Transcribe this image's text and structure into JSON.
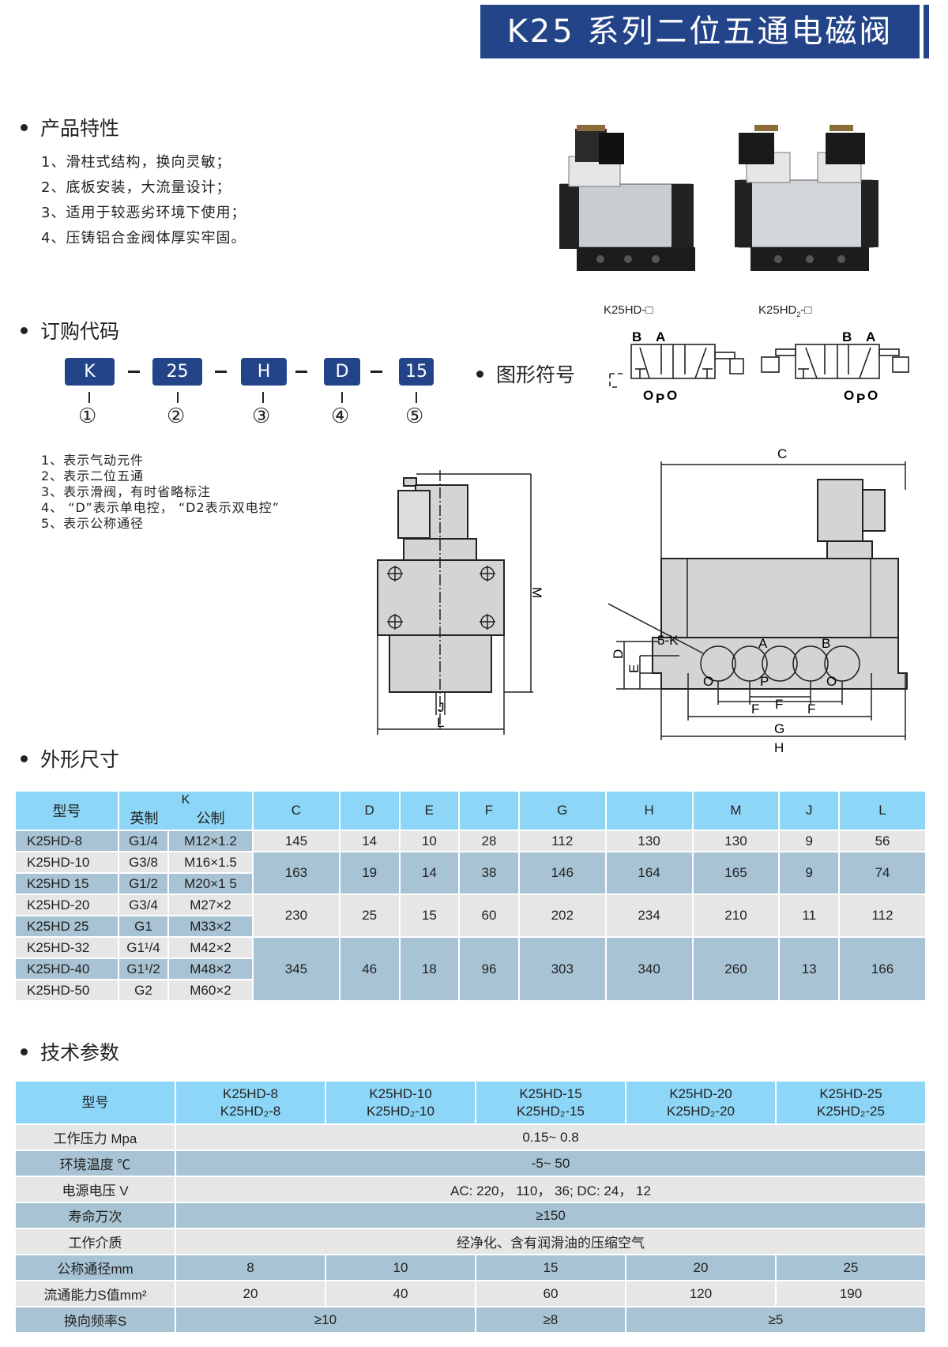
{
  "title": "K25 系列二位五通电磁阀",
  "features": {
    "heading": "产品特性",
    "items": [
      "1、滑柱式结构，换向灵敏；",
      "2、底板安装，大流量设计；",
      "3、适用于较恶劣环境下使用；",
      "4、压铸铝合金阀体厚实牢固。"
    ]
  },
  "ordering": {
    "heading": "订购代码",
    "codes": [
      "K",
      "25",
      "H",
      "D",
      "15"
    ],
    "markers": [
      "①",
      "②",
      "③",
      "④",
      "⑤"
    ],
    "notes": [
      "1、表示气动元件",
      "2、表示二位五通",
      "3、表示滑阀，有时省略标注",
      "4、 “D”表示单电控， “D2表示双电控”",
      "5、表示公称通径"
    ]
  },
  "symbols": {
    "heading": "图形符号",
    "single": "K25HD-□",
    "double_pre": "K25HD",
    "double_sub": "2",
    "double_post": "-□",
    "ports": {
      "B": "B",
      "A": "A",
      "O": "O",
      "P": "P"
    }
  },
  "drawing_labels": {
    "C": "C",
    "M": "M",
    "J": "J",
    "L": "L",
    "K": "5-K",
    "A": "A",
    "B": "B",
    "D": "D",
    "E": "E",
    "F": "F",
    "G": "G",
    "H": "H",
    "O": "O",
    "P": "P"
  },
  "dimensions": {
    "heading": "外形尺寸",
    "headers": {
      "model": "型号",
      "K": "K",
      "imperial": "英制",
      "metric": "公制",
      "cols": [
        "C",
        "D",
        "E",
        "F",
        "G",
        "H",
        "M",
        "J",
        "L"
      ]
    },
    "rows": [
      {
        "model": "K25HD-8",
        "imp": "G1/4",
        "met": "M12×1.2"
      },
      {
        "model": "K25HD-10",
        "imp": "G3/8",
        "met": "M16×1.5"
      },
      {
        "model": "K25HD 15",
        "imp": "G1/2",
        "met": "M20×1 5"
      },
      {
        "model": "K25HD-20",
        "imp": "G3/4",
        "met": "M27×2"
      },
      {
        "model": "K25HD 25",
        "imp": "G1",
        "met": "M33×2"
      },
      {
        "model": "K25HD-32",
        "imp": "G1¹/4",
        "met": "M42×2"
      },
      {
        "model": "K25HD-40",
        "imp": "G1¹/2",
        "met": "M48×2"
      },
      {
        "model": "K25HD-50",
        "imp": "G2",
        "met": "M60×2"
      }
    ],
    "groups": [
      [
        "145",
        "14",
        "10",
        "28",
        "112",
        "130",
        "130",
        "9",
        "56"
      ],
      [
        "163",
        "19",
        "14",
        "38",
        "146",
        "164",
        "165",
        "9",
        "74"
      ],
      [
        "230",
        "25",
        "15",
        "60",
        "202",
        "234",
        "210",
        "11",
        "112"
      ],
      [
        "345",
        "46",
        "18",
        "96",
        "303",
        "340",
        "260",
        "13",
        "166"
      ]
    ]
  },
  "tech": {
    "heading": "技术参数",
    "model_label": "型号",
    "models": [
      [
        "K25HD-8",
        "K25HD₂-8"
      ],
      [
        "K25HD-10",
        "K25HD₂-10"
      ],
      [
        "K25HD-15",
        "K25HD₂-15"
      ],
      [
        "K25HD-20",
        "K25HD₂-20"
      ],
      [
        "K25HD-25",
        "K25HD₂-25"
      ]
    ],
    "pressure": {
      "label": "工作压力 Mpa",
      "value": "0.15~ 0.8"
    },
    "temp": {
      "label": "环境温度 ℃",
      "value": "-5~ 50"
    },
    "voltage": {
      "label": "电源电压 V",
      "value": "AC: 220， 110， 36; DC: 24， 12"
    },
    "life": {
      "label": "寿命万次",
      "value": "≥150"
    },
    "medium": {
      "label": "工作介质",
      "value": "经净化、含有润滑油的压缩空气"
    },
    "bore": {
      "label": "公称通径mm",
      "values": [
        "8",
        "10",
        "15",
        "20",
        "25"
      ]
    },
    "flow": {
      "label": "流通能力S值mm²",
      "values": [
        "20",
        "40",
        "60",
        "120",
        "190"
      ]
    },
    "freq": {
      "label": "换向频率S",
      "values": [
        "≥10",
        "≥8",
        "≥5"
      ]
    }
  }
}
